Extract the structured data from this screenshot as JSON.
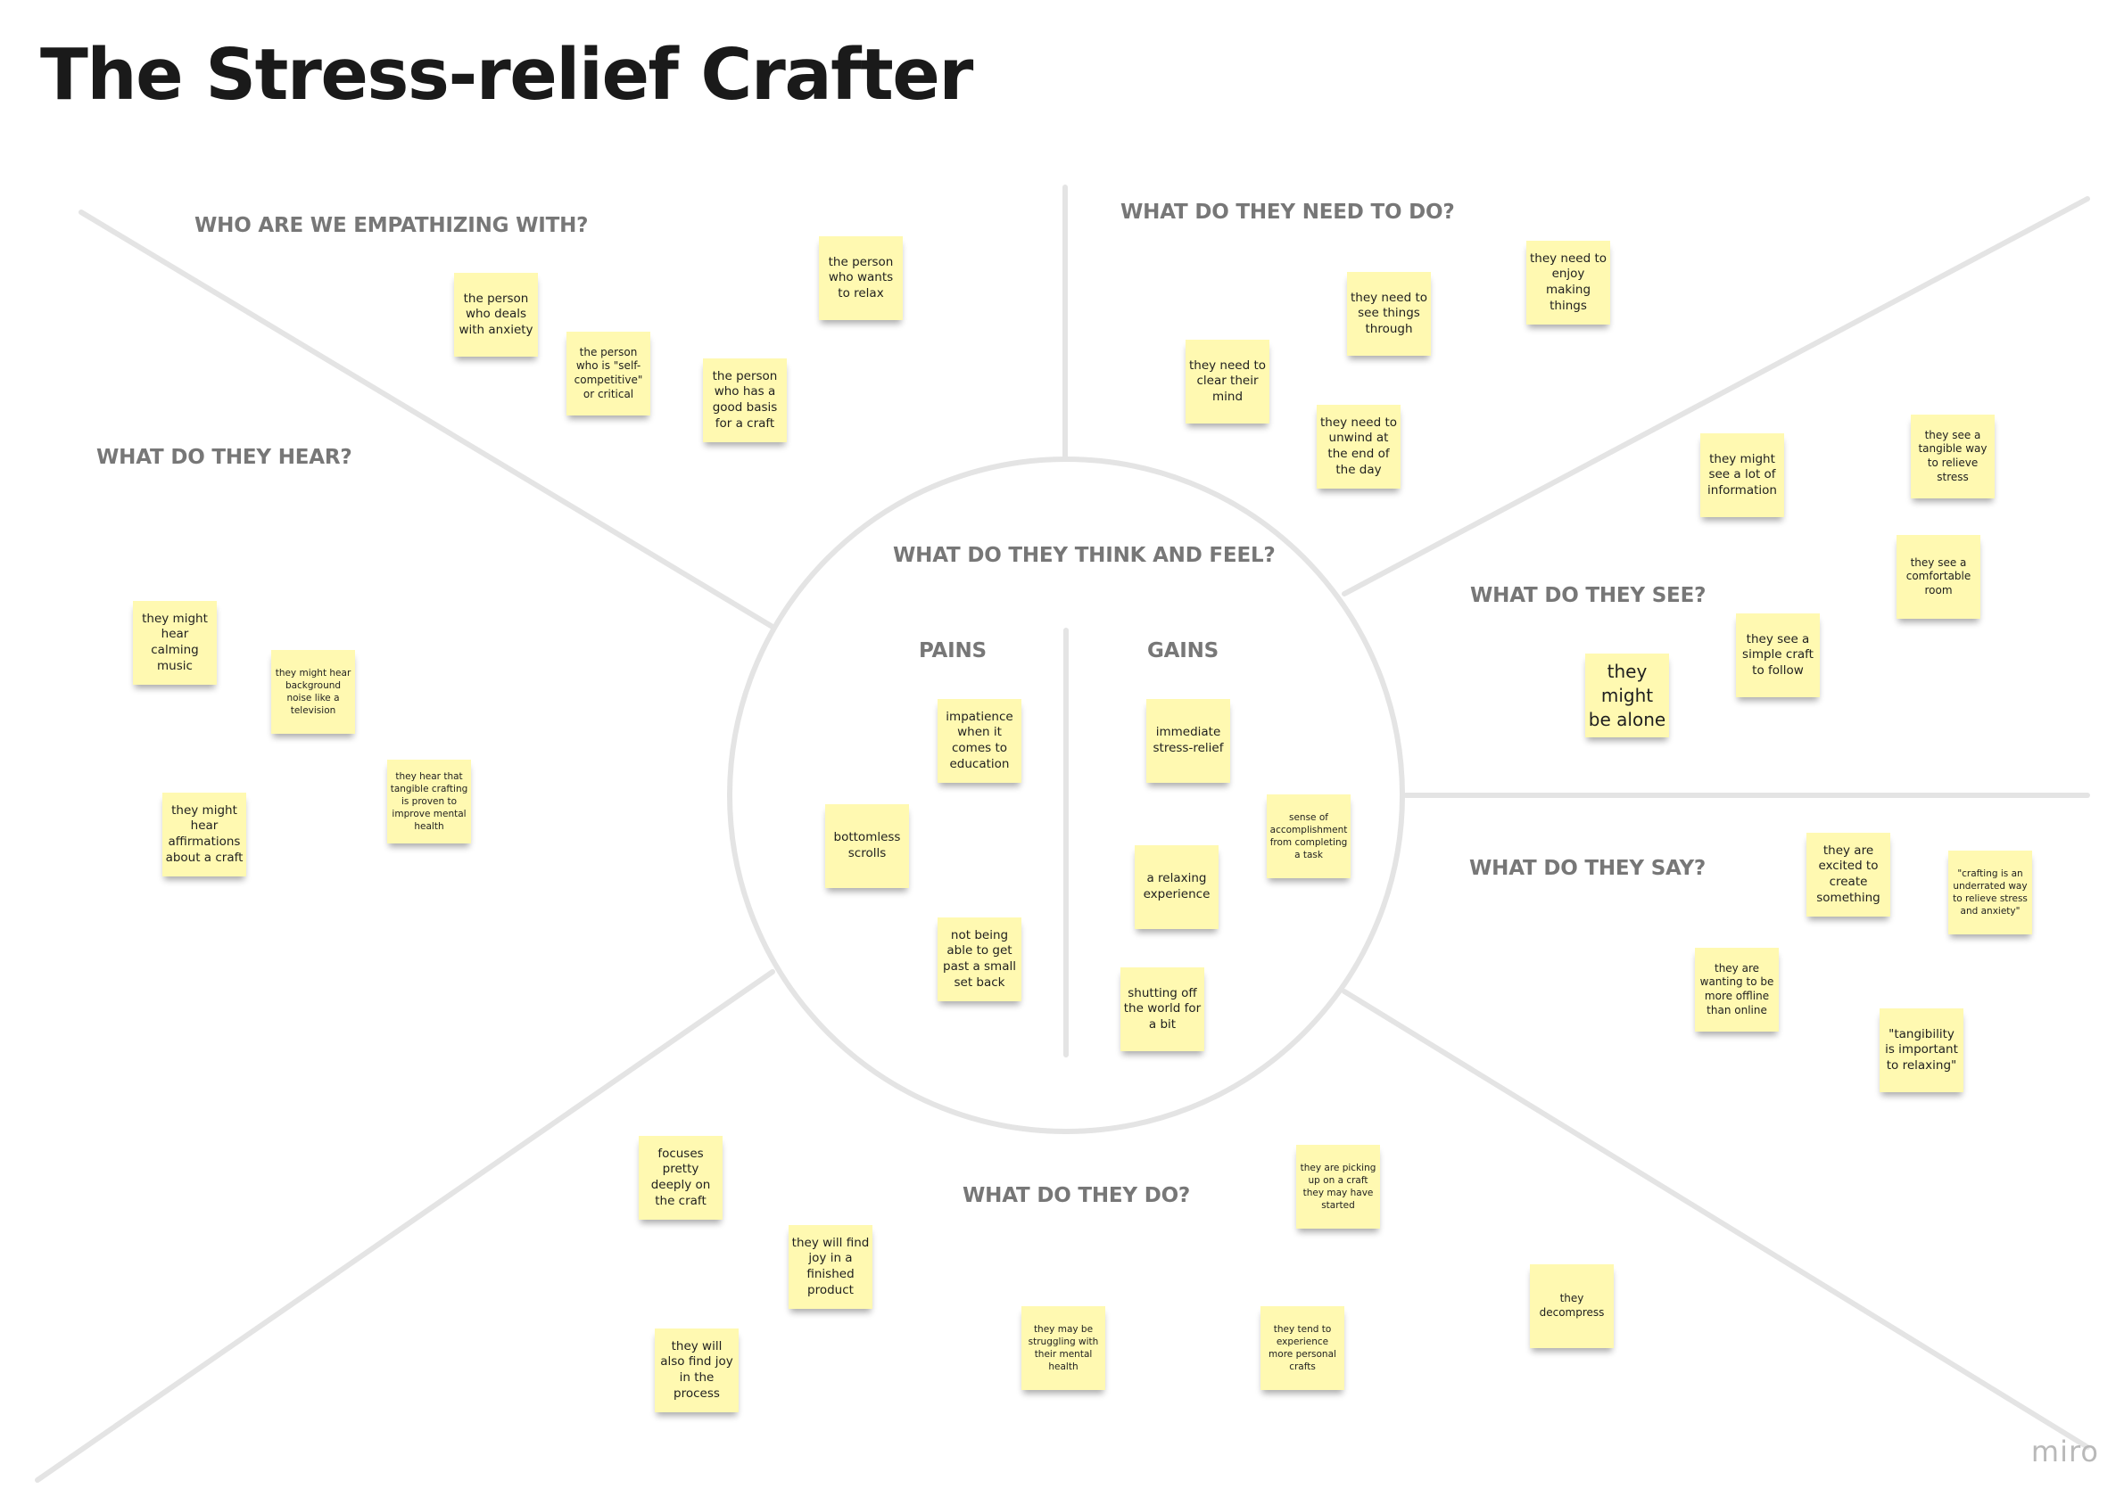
{
  "board": {
    "title": "The Stress-relief Crafter",
    "brand": "miro",
    "colors": {
      "sticky": "#fff9b1",
      "lines": "#e4e4e4",
      "heading": "#777777"
    }
  },
  "headings": {
    "who": "WHO ARE WE EMPATHIZING WITH?",
    "need": "WHAT DO THEY NEED TO DO?",
    "hear": "WHAT DO THEY HEAR?",
    "think": "WHAT DO THEY THINK AND FEEL?",
    "see": "WHAT DO THEY SEE?",
    "say": "WHAT DO THEY SAY?",
    "do": "WHAT DO THEY DO?",
    "pains": "PAINS",
    "gains": "GAINS"
  },
  "notes": {
    "who": [
      "the person who deals with anxiety",
      "the person who is \"self-competitive\" or critical",
      "the person who has a good basis for a craft",
      "the person who wants to relax"
    ],
    "need": [
      "they need to clear their mind",
      "they need to see things through",
      "they need to unwind at the end of the day",
      "they need to enjoy making things"
    ],
    "hear": [
      "they might hear calming music",
      "they might hear background noise like a television",
      "they might hear affirmations about a craft",
      "they hear that tangible crafting is proven to improve mental health"
    ],
    "pains": [
      "impatience when it comes to education",
      "bottomless scrolls",
      "not being able to get past a small set back"
    ],
    "gains": [
      "immediate stress-relief",
      "sense of accomplishment from completing a task",
      "a relaxing experience",
      "shutting off the world for a bit"
    ],
    "see": [
      "they might see a lot of information",
      "they see a tangible way to relieve stress",
      "they see a comfortable room",
      "they see a simple craft to follow",
      "they might be alone"
    ],
    "say": [
      "they are excited to create something",
      "\"crafting is an underrated way to relieve stress and anxiety\"",
      "they are wanting to be more offline than online",
      "\"tangibility is important to relaxing\""
    ],
    "do": [
      "focuses pretty deeply on the craft",
      "they will find joy in a finished product",
      "they will also find joy in the process",
      "they may be struggling with their mental health",
      "they are picking up on a craft they may have started",
      "they tend to experience more personal crafts",
      "they decompress"
    ]
  }
}
